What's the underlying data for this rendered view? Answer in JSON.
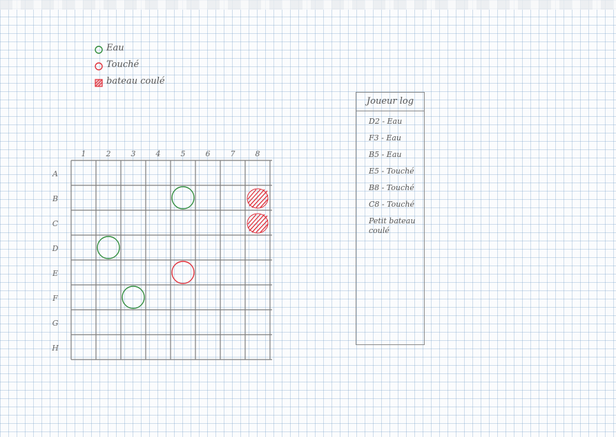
{
  "legend": {
    "water_label": "Eau",
    "hit_label": "Touché",
    "sunk_label": "bateau coulé",
    "colors": {
      "water": "#2e8b3a",
      "hit": "#e0303a",
      "sunk": "#e0303a"
    }
  },
  "board": {
    "columns": [
      "1",
      "2",
      "3",
      "4",
      "5",
      "6",
      "7",
      "8"
    ],
    "rows": [
      "A",
      "B",
      "C",
      "D",
      "E",
      "F",
      "G",
      "H"
    ],
    "markers": [
      {
        "cell": "B5",
        "type": "water"
      },
      {
        "cell": "D2",
        "type": "water"
      },
      {
        "cell": "F3",
        "type": "water"
      },
      {
        "cell": "E5",
        "type": "hit"
      },
      {
        "cell": "B8",
        "type": "sunk"
      },
      {
        "cell": "C8",
        "type": "sunk"
      }
    ]
  },
  "log": {
    "title": "Joueur log",
    "entries": [
      "D2 - Eau",
      "F3 - Eau",
      "B5 - Eau",
      "E5 - Touché",
      "B8 - Touché",
      "C8 - Touché",
      "Petit bateau coulé"
    ]
  }
}
